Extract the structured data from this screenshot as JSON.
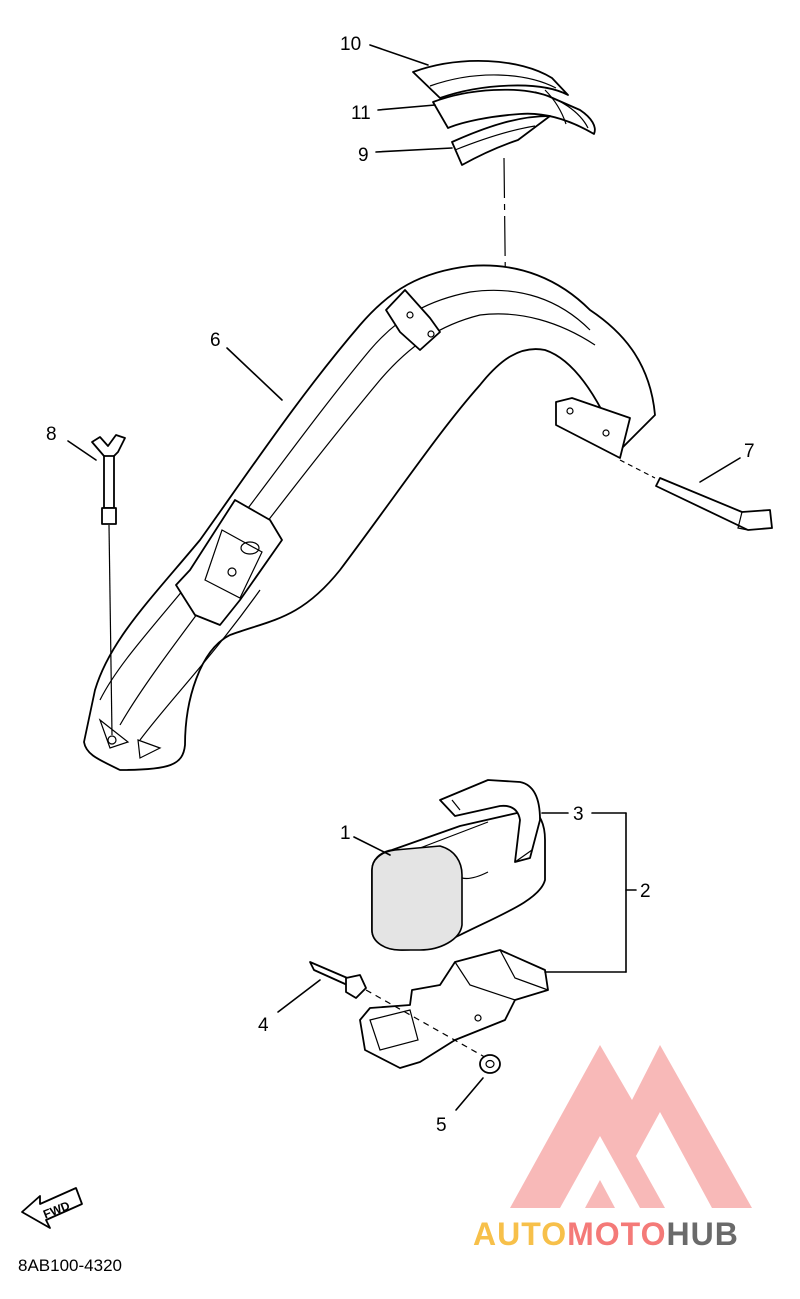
{
  "diagram": {
    "callouts": [
      {
        "id": "1",
        "label": "1"
      },
      {
        "id": "2",
        "label": "2"
      },
      {
        "id": "3",
        "label": "3"
      },
      {
        "id": "4",
        "label": "4"
      },
      {
        "id": "5",
        "label": "5"
      },
      {
        "id": "6",
        "label": "6"
      },
      {
        "id": "7",
        "label": "7"
      },
      {
        "id": "8",
        "label": "8"
      },
      {
        "id": "9",
        "label": "9"
      },
      {
        "id": "10",
        "label": "10"
      },
      {
        "id": "11",
        "label": "11"
      }
    ],
    "direction_label": "FWD",
    "diagram_code": "8AB100-4320"
  },
  "watermark": {
    "text_part1": "AUTO",
    "text_part2": "MOTO",
    "text_part3": "HUB",
    "colors": {
      "auto": "#f7c04a",
      "moto": "#f47a78",
      "hub": "#6a6a6a",
      "logo": "#f47a78"
    }
  }
}
